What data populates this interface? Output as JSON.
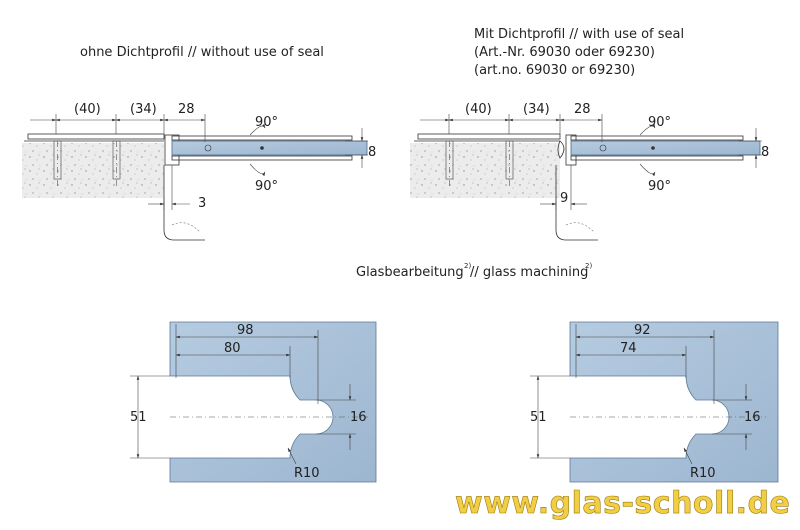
{
  "captions": {
    "left_top": "ohne Dichtprofil  //  without use of seal",
    "right_top_1": "Mit Dichtprofil // with use of seal",
    "right_top_2": "(Art.-Nr. 69030 oder 69230)",
    "right_top_3": "(art.no.  69030 or 69230)",
    "glass_machining": "Glasbearbeitung",
    "glass_machining_sup1": "2)",
    "glass_machining_mid": "// glass machining",
    "glass_machining_sup2": "2)"
  },
  "top_left": {
    "dim_a": "(40)",
    "dim_b": "(34)",
    "dim_c": "28",
    "angle_top": "90°",
    "angle_bottom": "90°",
    "thickness": "8",
    "gap": "3"
  },
  "top_right": {
    "dim_a": "(40)",
    "dim_b": "(34)",
    "dim_c": "28",
    "angle_top": "90°",
    "angle_bottom": "90°",
    "thickness": "8",
    "gap": "9"
  },
  "bottom_left": {
    "outer_depth": "98",
    "inner_depth": "80",
    "height": "51",
    "slot_width": "16",
    "radius": "R10"
  },
  "bottom_right": {
    "outer_depth": "92",
    "inner_depth": "74",
    "height": "51",
    "slot_width": "16",
    "radius": "R10"
  },
  "watermark": "www.glas-scholl.de",
  "colors": {
    "glass": "#a9c1d9",
    "glass_dark": "#8eaac6",
    "concrete": "#e6e6e6",
    "watermark": "#f2ce45"
  }
}
